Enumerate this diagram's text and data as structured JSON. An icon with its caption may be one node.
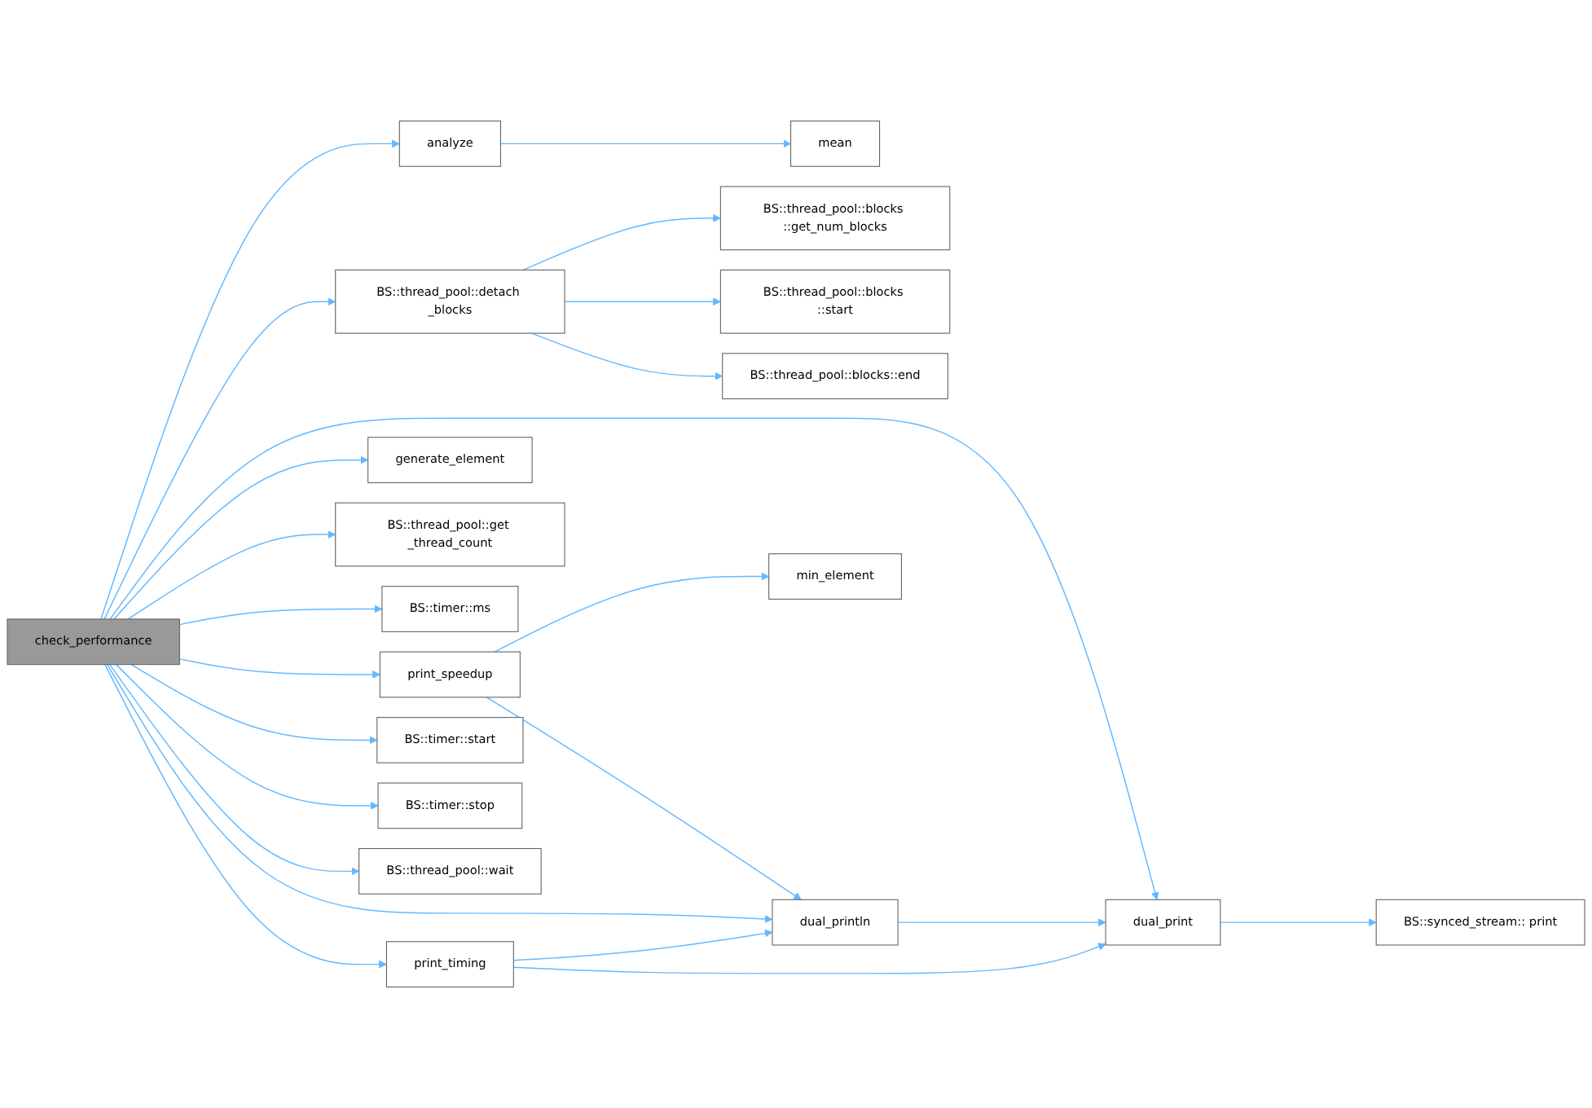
{
  "diagram": {
    "nodes": [
      {
        "text": [
          "check_performance"
        ]
      },
      {
        "text": [
          "analyze"
        ]
      },
      {
        "text": [
          "mean"
        ]
      },
      {
        "text": [
          "BS::thread_pool::detach _blocks"
        ]
      },
      {
        "text": [
          "BS::thread_pool::blocks ::get_num_blocks"
        ]
      },
      {
        "text": [
          "BS::thread_pool::blocks ::start"
        ]
      },
      {
        "text": [
          "BS::thread_pool::blocks::end"
        ]
      },
      {
        "text": [
          "print_timing"
        ]
      },
      {
        "text": [
          "dual_println"
        ]
      },
      {
        "text": [
          "dual_print"
        ]
      },
      {
        "text": [
          "BS::synced_stream:: print"
        ]
      },
      {
        "text": [
          "generate_element"
        ]
      },
      {
        "text": [
          "BS::thread_pool::get _thread_count"
        ]
      },
      {
        "text": [
          "BS::timer::ms"
        ]
      },
      {
        "text": [
          "print_speedup"
        ]
      },
      {
        "text": [
          "min_element"
        ]
      },
      {
        "text": [
          "BS::timer::start"
        ]
      },
      {
        "text": [
          "BS::timer::stop"
        ]
      },
      {
        "text": [
          "BS::thread_pool::wait"
        ]
      }
    ],
    "edges": [
      {
        "from": 0,
        "to": 1,
        "arrow": "to"
      },
      {
        "from": 1,
        "to": 2,
        "arrow": "to"
      },
      {
        "from": 0,
        "to": 3,
        "arrow": "to"
      },
      {
        "from": 3,
        "to": 4,
        "arrow": "to"
      },
      {
        "from": 3,
        "to": 5,
        "arrow": "to"
      },
      {
        "from": 3,
        "to": 6,
        "arrow": "to"
      },
      {
        "from": 0,
        "to": 7,
        "arrow": "to"
      },
      {
        "from": 7,
        "to": 8,
        "arrow": "to"
      },
      {
        "from": 7,
        "to": 9,
        "arrow": "to"
      },
      {
        "from": 0,
        "to": 8,
        "arrow": "to"
      },
      {
        "from": 8,
        "to": 9,
        "arrow": "to"
      },
      {
        "from": 9,
        "to": 10,
        "arrow": "to"
      },
      {
        "from": 0,
        "to": 11,
        "arrow": "to"
      },
      {
        "from": 0,
        "to": 12,
        "arrow": "to"
      },
      {
        "from": 0,
        "to": 13,
        "arrow": "to"
      },
      {
        "from": 0,
        "to": 14,
        "arrow": "to"
      },
      {
        "from": 14,
        "to": 8,
        "arrow": "to"
      },
      {
        "from": 14,
        "to": 15,
        "arrow": "to"
      },
      {
        "from": 0,
        "to": 9,
        "arrow": "to"
      },
      {
        "from": 0,
        "to": 16,
        "arrow": "to"
      },
      {
        "from": 0,
        "to": 17,
        "arrow": "to"
      },
      {
        "from": 0,
        "to": 18,
        "arrow": "to"
      }
    ]
  }
}
